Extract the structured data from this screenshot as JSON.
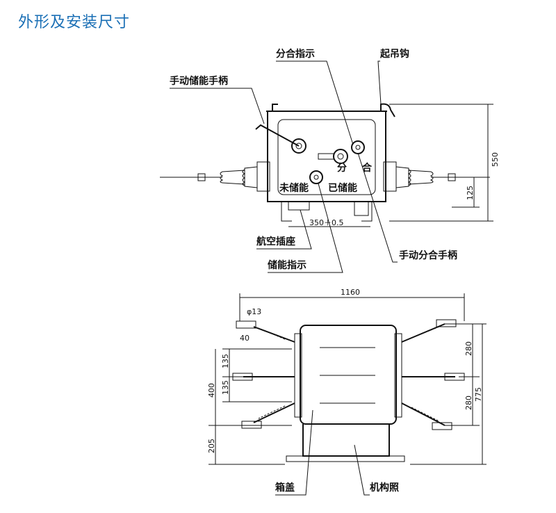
{
  "title": "外形及安装尺寸",
  "top_view": {
    "labels": {
      "open_close_indicator": "分合指示",
      "lifting_hook": "起吊钩",
      "manual_storage_handle": "手动储能手柄",
      "open": "分",
      "close": "合",
      "not_stored": "未储能",
      "stored": "已储能",
      "aviation_socket": "航空插座",
      "storage_indicator": "储能指示",
      "manual_open_close_handle": "手动分合手柄"
    },
    "dims": {
      "height": "550",
      "base": "125",
      "width": "350＋0.5"
    }
  },
  "front_view": {
    "labels": {
      "box_cover": "箱盖",
      "mechanism": "机构照"
    },
    "dims": {
      "overall_width": "1160",
      "hole_dia": "φ13",
      "spacing_40": "40",
      "upper_135": "135",
      "lower_135": "135",
      "left_400": "400",
      "left_205": "205",
      "right_upper_280": "280",
      "right_lower_280": "280",
      "right_775": "775"
    }
  }
}
